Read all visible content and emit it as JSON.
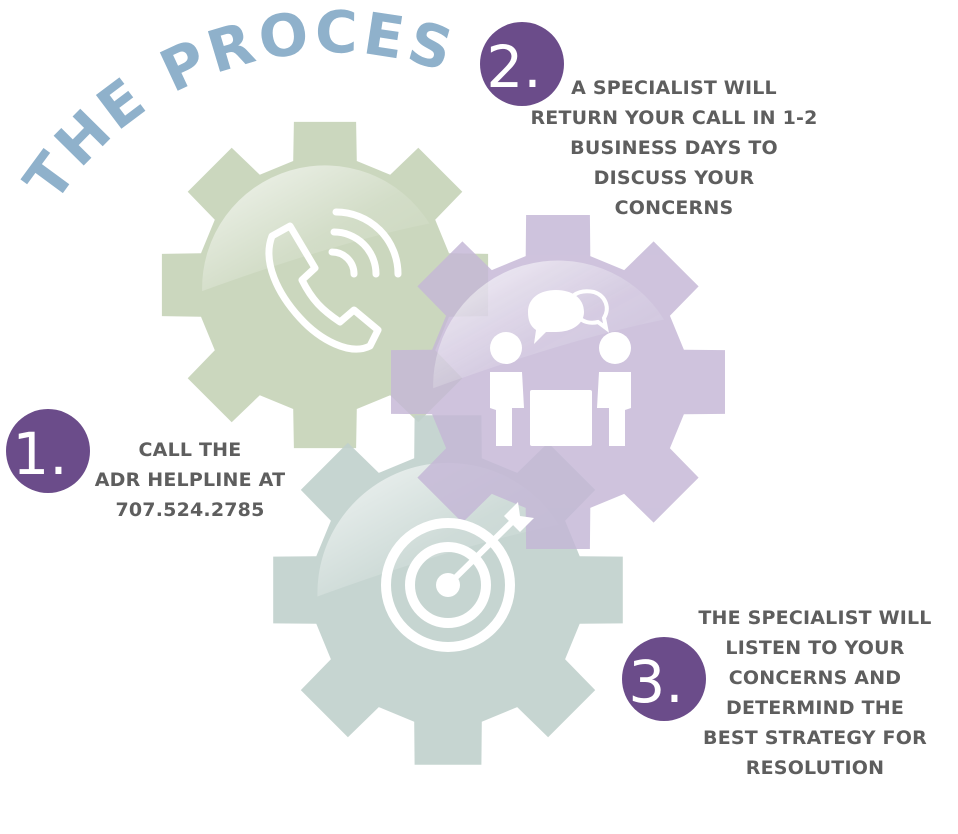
{
  "title": "THE PROCESS",
  "colors": {
    "title": "#8fb1cb",
    "badge": "#6b4c8a",
    "text": "#5e5e5e",
    "gear_phone": "#c5d3b7",
    "gear_meeting": "#c4b7d6",
    "gear_target": "#c0d0cc",
    "overlap": "#7f7f8a",
    "icon": "#ffffff"
  },
  "steps": [
    {
      "number": "1.",
      "lines": [
        "CALL THE",
        "ADR HELPLINE AT",
        "707.524.2785"
      ],
      "icon": "phone-icon"
    },
    {
      "number": "2.",
      "lines": [
        "A SPECIALIST WILL",
        "RETURN YOUR CALL IN 1-2",
        "BUSINESS DAYS TO",
        "DISCUSS YOUR",
        "CONCERNS"
      ],
      "icon": "meeting-icon"
    },
    {
      "number": "3.",
      "lines": [
        "THE SPECIALIST WILL",
        "LISTEN TO YOUR",
        "CONCERNS AND",
        "DETERMIND THE",
        "BEST STRATEGY FOR",
        "RESOLUTION"
      ],
      "icon": "target-icon"
    }
  ]
}
